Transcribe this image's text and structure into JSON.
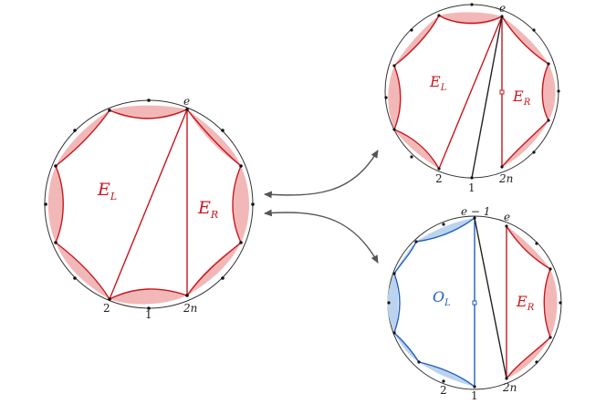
{
  "diagram": {
    "left": {
      "label_e": "e",
      "label_two": "2",
      "label_one": "1",
      "label_2n": "2n",
      "region_left": {
        "main": "E",
        "sub": "L"
      },
      "region_right": {
        "main": "E",
        "sub": "R"
      }
    },
    "top_right": {
      "label_e": "e",
      "label_two": "2",
      "label_one": "1",
      "label_2n": "2n",
      "region_left": {
        "main": "E",
        "sub": "L"
      },
      "region_right": {
        "main": "E",
        "sub": "R"
      }
    },
    "bottom_right": {
      "label_e_minus_1": "e − 1",
      "label_e": "e",
      "label_two": "2",
      "label_one": "1",
      "label_2n": "2n",
      "region_left": {
        "main": "O",
        "sub": "L"
      },
      "region_right": {
        "main": "E",
        "sub": "R"
      }
    },
    "colors": {
      "red": "#c8161d",
      "red_fill": "#f2b8b8",
      "blue": "#1f5fbf",
      "blue_fill": "#bcd3ee",
      "black": "#222222",
      "circle": "#333333",
      "arrow": "#555555"
    }
  }
}
